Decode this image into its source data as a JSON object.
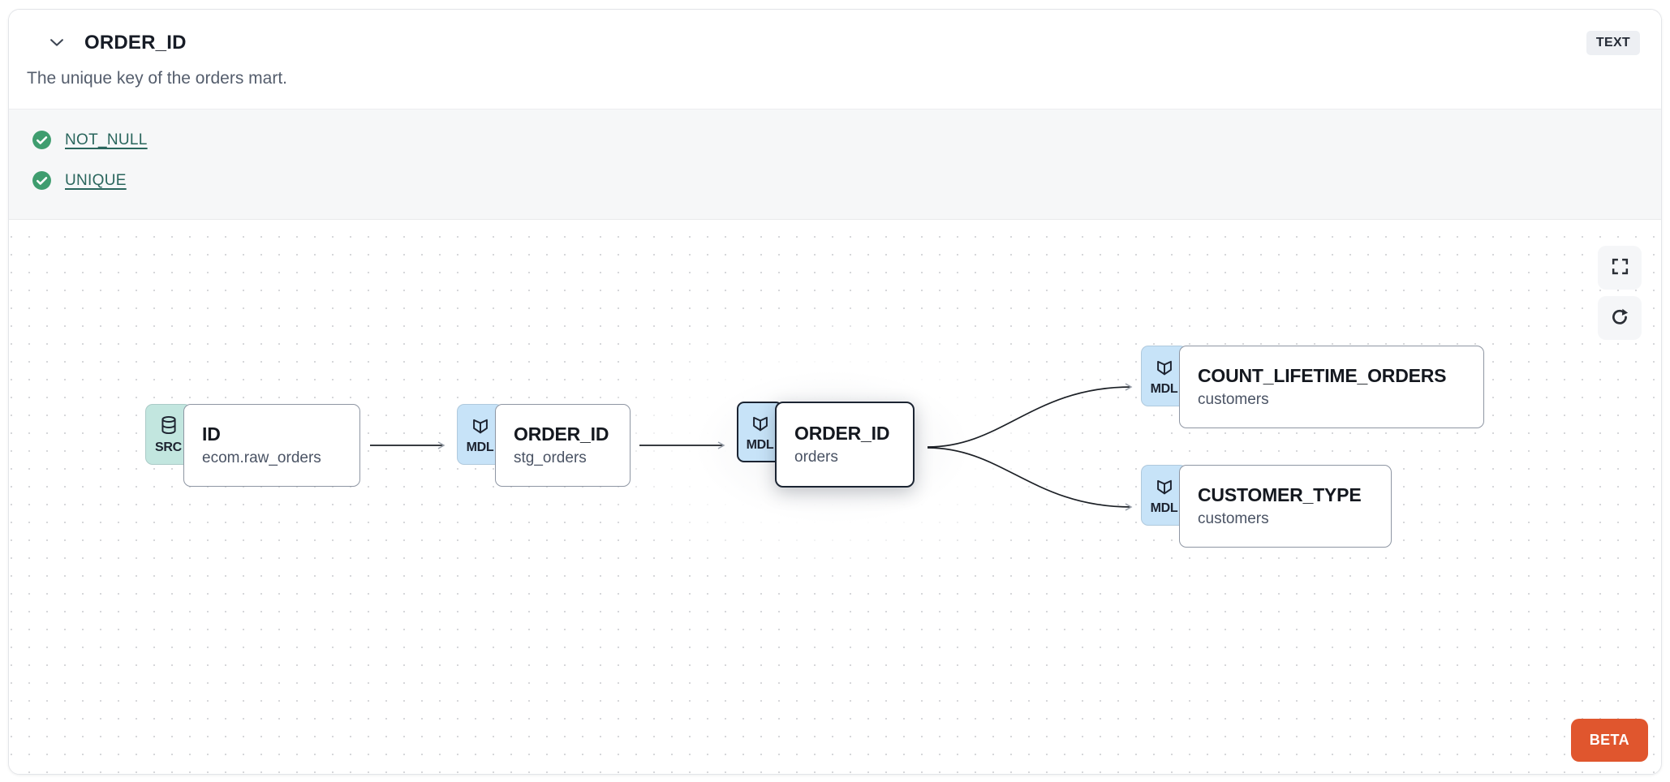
{
  "header": {
    "collapse_icon": "chevron-down-icon",
    "title": "ORDER_ID",
    "type_badge": "TEXT",
    "description": "The unique key of the orders mart."
  },
  "tests": {
    "items": [
      {
        "icon": "check-circle-icon",
        "name": "NOT_NULL",
        "status": "pass"
      },
      {
        "icon": "check-circle-icon",
        "name": "UNIQUE",
        "status": "pass"
      }
    ]
  },
  "lineage": {
    "nodes": [
      {
        "badge": "SRC",
        "icon": "database-icon",
        "title": "ID",
        "subtitle": "ecom.raw_orders",
        "selected": false
      },
      {
        "badge": "MDL",
        "icon": "model-cube-icon",
        "title": "ORDER_ID",
        "subtitle": "stg_orders",
        "selected": false
      },
      {
        "badge": "MDL",
        "icon": "model-cube-icon",
        "title": "ORDER_ID",
        "subtitle": "orders",
        "selected": true
      },
      {
        "badge": "MDL",
        "icon": "model-cube-icon",
        "title": "COUNT_LIFETIME_ORDERS",
        "subtitle": "customers",
        "selected": false
      },
      {
        "badge": "MDL",
        "icon": "model-cube-icon",
        "title": "CUSTOMER_TYPE",
        "subtitle": "customers",
        "selected": false
      }
    ],
    "edges": [
      {
        "from": "ID (ecom.raw_orders)",
        "to": "ORDER_ID (stg_orders)"
      },
      {
        "from": "ORDER_ID (stg_orders)",
        "to": "ORDER_ID (orders)"
      },
      {
        "from": "ORDER_ID (orders)",
        "to": "COUNT_LIFETIME_ORDERS (customers)"
      },
      {
        "from": "ORDER_ID (orders)",
        "to": "CUSTOMER_TYPE (customers)"
      }
    ],
    "controls": [
      {
        "icon": "fullscreen-icon"
      },
      {
        "icon": "refresh-icon"
      }
    ],
    "beta_label": "BETA"
  },
  "colors": {
    "accent_orange": "#e0562e",
    "model_badge_blue": "#c7e3f8",
    "source_badge_teal": "#c2e6df",
    "test_pass_green": "#3f9d6f",
    "test_link_teal": "#2a665d",
    "selected_border": "#1b2432",
    "edge_line": "#1c2026"
  }
}
